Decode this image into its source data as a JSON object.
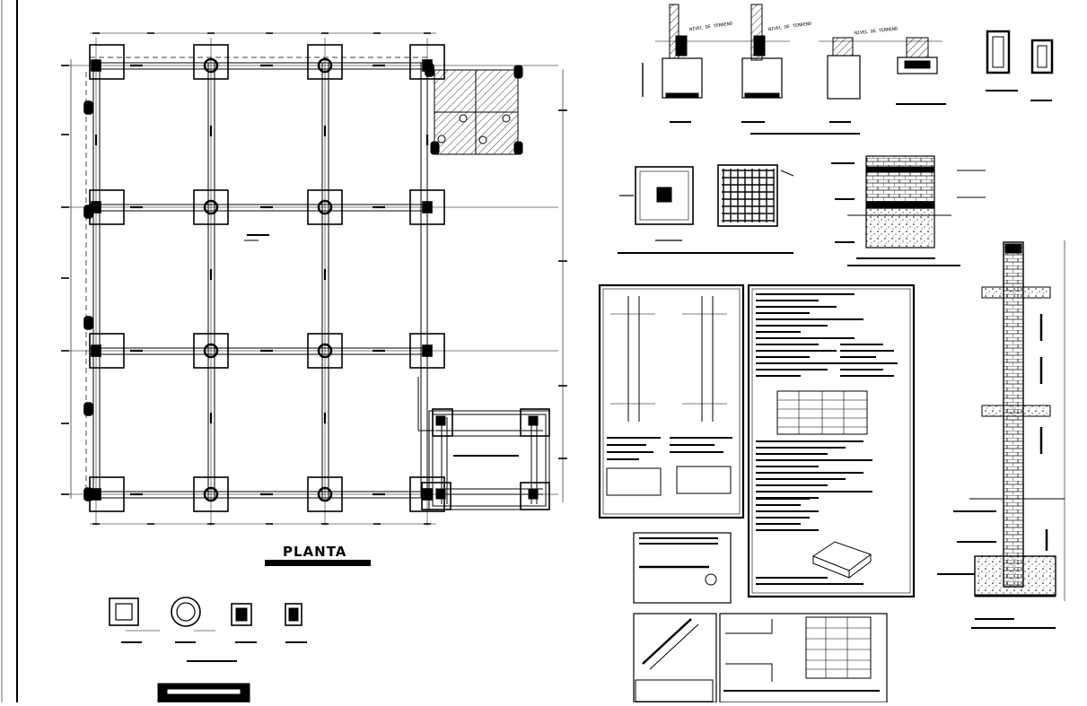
{
  "drawing": {
    "plan_title": "PLANTA",
    "labels": {
      "nivel_1": "NIVEL DE TERRENO",
      "nivel_2": "NIVEL DE TERRENO",
      "nivel_3": "NIVEL DE TERRENO"
    },
    "colors": {
      "ink": "#000000",
      "paper": "#ffffff"
    }
  }
}
